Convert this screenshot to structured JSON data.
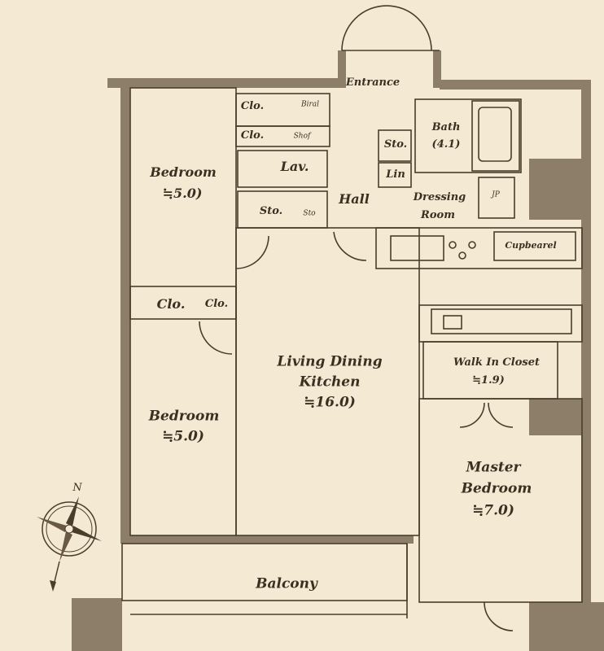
{
  "rooms": {
    "entrance": "Entrance",
    "clo1": "Clo.",
    "clo2": "Clo.",
    "biral": "Biral",
    "shof": "Shof",
    "lav": "Lav.",
    "sto1": "Sto.",
    "sto2": "Sto",
    "hall": "Hall",
    "sto3": "Sto.",
    "lin": "Lin",
    "bath_name": "Bath",
    "bath_area": "(4.1)",
    "dressing_1": "Dressing",
    "dressing_2": "Room",
    "jp": "JP",
    "cupboard": "Cupbearel",
    "bedroom1_name": "Bedroom",
    "bedroom1_area": "≒5.0)",
    "clo3": "Clo.",
    "clo4": "Clo.",
    "bedroom2_name": "Bedroom",
    "bedroom2_area": "≒5.0)",
    "ldk_1": "Living Dining",
    "ldk_2": "Kitchen",
    "ldk_area": "≒16.0)",
    "wic_name": "Walk In Closet",
    "wic_area": "≒1.9)",
    "master_1": "Master",
    "master_2": "Bedroom",
    "master_area": "≒7.0)",
    "balcony": "Balcony"
  },
  "compass": {
    "north_label": "N"
  },
  "colors": {
    "paper": "#f4ead3",
    "wall": "#8c7e68",
    "line": "#4a3d2c"
  }
}
